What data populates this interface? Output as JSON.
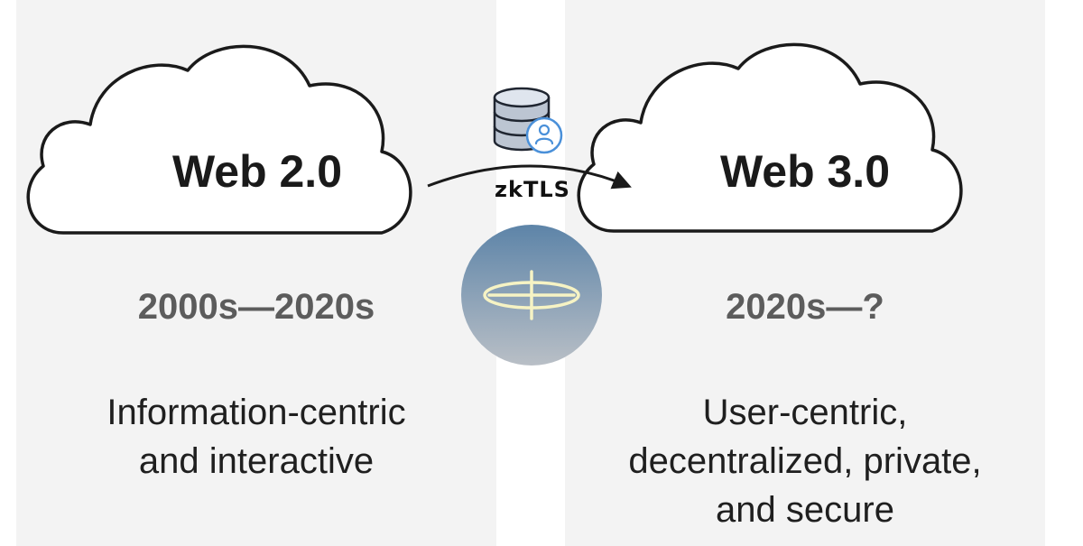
{
  "left": {
    "cloud_title": "Web 2.0",
    "era": "2000s—2020s",
    "description": [
      "Information-centric",
      "and interactive"
    ]
  },
  "right": {
    "cloud_title": "Web 3.0",
    "era": "2020s—?",
    "description": [
      "User-centric,",
      "decentralized, private,",
      "and secure"
    ]
  },
  "bridge": {
    "label": "zkTLS",
    "icon": "database-user-icon",
    "logo": "zktls-logo"
  },
  "colors": {
    "panel": "#f3f3f3",
    "ink": "#1a1a1a",
    "era_text": "#5c5c5c",
    "icon_blue": "#4a90d9",
    "logo_top": "#5d84a8",
    "logo_bottom": "#b9bfc6",
    "logo_mark": "#f6f3c4"
  }
}
